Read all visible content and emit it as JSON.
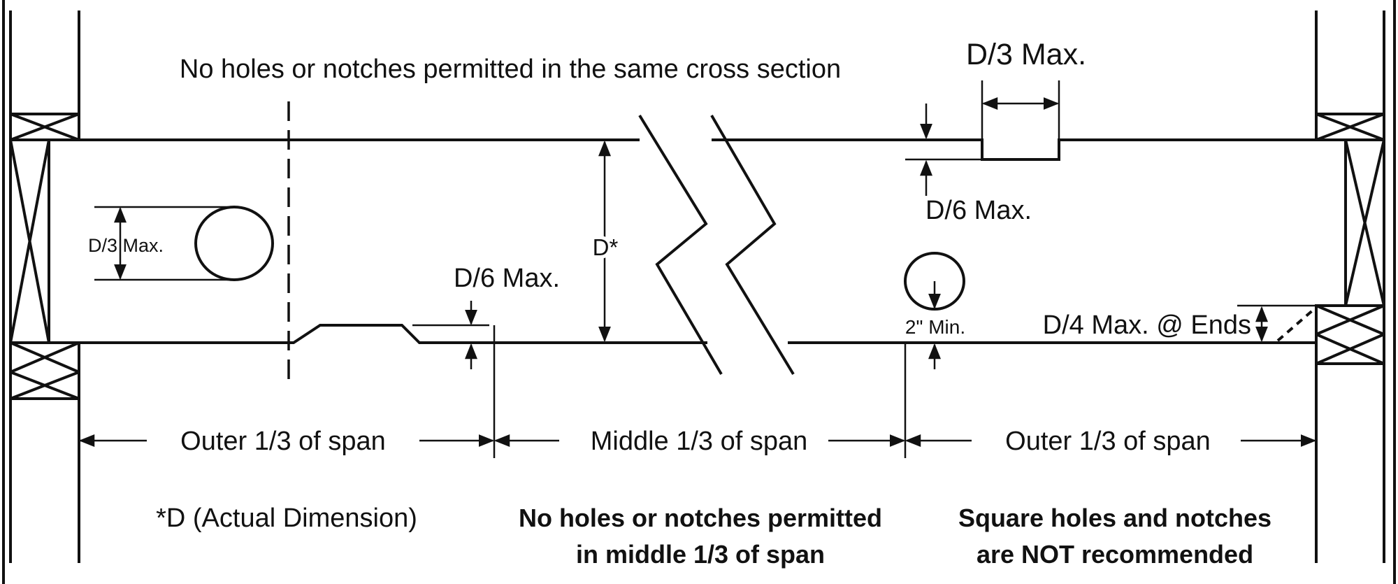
{
  "labels": {
    "top_note": "No holes or notches permitted in the same cross section",
    "d3_top": "D/3 Max.",
    "d6_top": "D/6 Max.",
    "d3_left": "D/3 Max.",
    "d6_notch": "D/6 Max.",
    "d_star": "D*",
    "two_min": "2\" Min.",
    "d4_ends": "D/4 Max. @ Ends",
    "outer_left": "Outer 1/3 of span",
    "middle": "Middle 1/3 of span",
    "outer_right": "Outer 1/3 of span",
    "footnote": "*D (Actual Dimension)",
    "middle_note_1": "No holes or notches permitted",
    "middle_note_2": "in middle 1/3 of span",
    "square_note_1": "Square holes and notches",
    "square_note_2": "are NOT recommended"
  }
}
